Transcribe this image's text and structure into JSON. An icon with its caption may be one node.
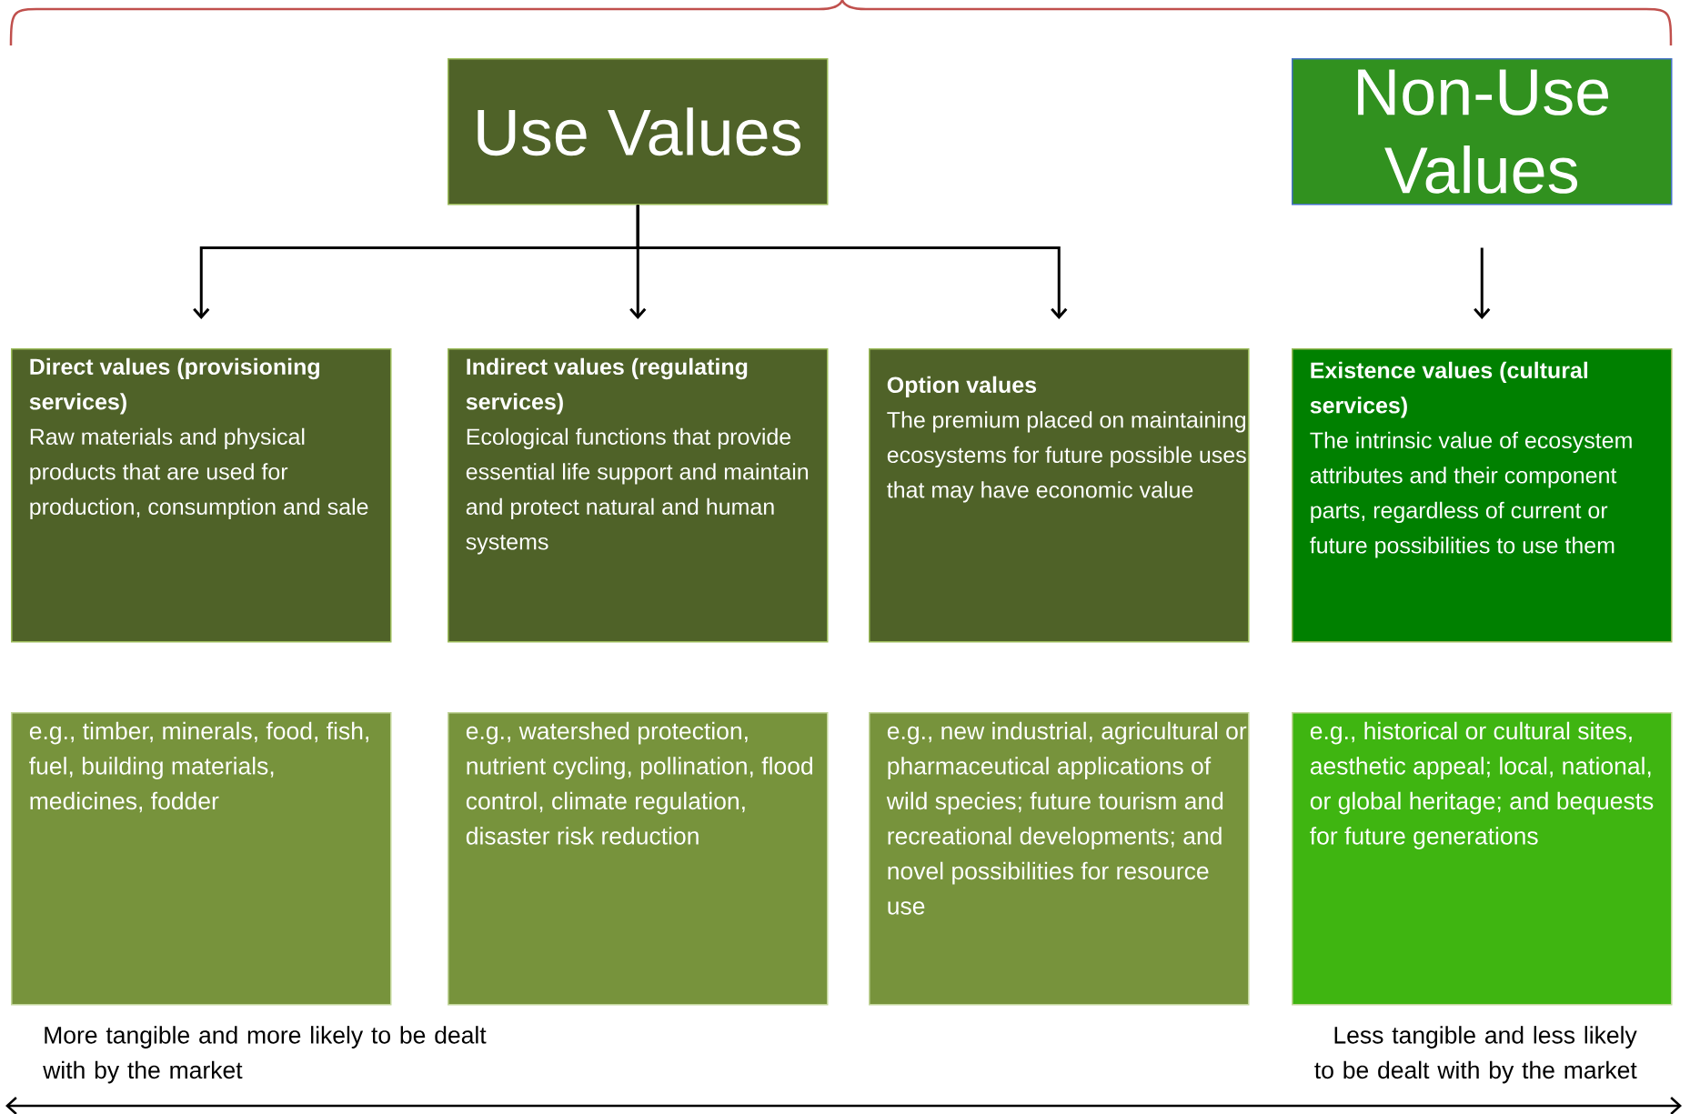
{
  "diagram": {
    "nodes": [
      {
        "text": [
          "Use Values"
        ]
      },
      {
        "text": [
          "Non-Use Values"
        ]
      },
      {
        "text": [
          "Direct values (provisioning services)",
          "Raw materials and physical products that are used for production, consumption and sale"
        ]
      },
      {
        "text": [
          "Indirect values (regulating services)",
          "Ecological functions that provide essential life support and maintain and protect natural and human systems"
        ]
      },
      {
        "text": [
          "Option values",
          "The premium placed on maintaining ecosystems for future possible uses that may have economic value"
        ]
      },
      {
        "text": [
          "Existence values (cultural services)",
          "The intrinsic value of ecosystem attributes and their component parts, regardless of current or future possibilities to use them"
        ]
      },
      {
        "text": [
          "e.g., timber, minerals, food, fish, fuel, building materials, medicines, fodder"
        ]
      },
      {
        "text": [
          "e.g., watershed protection, nutrient cycling, pollination, flood control, climate regulation, disaster risk reduction"
        ]
      },
      {
        "text": [
          "e.g., new industrial, agricultural or pharmaceutical applications of wild species; future tourism and recreational developments; and novel possibilities for resource use"
        ]
      },
      {
        "text": [
          "e.g., historical or cultural sites, aesthetic appeal; local, national, or global heritage; and bequests for future generations"
        ]
      }
    ],
    "edges": [
      {
        "from": 0,
        "to": 2,
        "arrow": "to"
      },
      {
        "from": 0,
        "to": 3,
        "arrow": "to"
      },
      {
        "from": 0,
        "to": 4,
        "arrow": "to"
      },
      {
        "from": 1,
        "to": 5,
        "arrow": "to"
      }
    ],
    "labels": [
      "More tangible and more likely to be dealt with by the market",
      "Less tangible and less likely to be dealt with by the market"
    ]
  }
}
